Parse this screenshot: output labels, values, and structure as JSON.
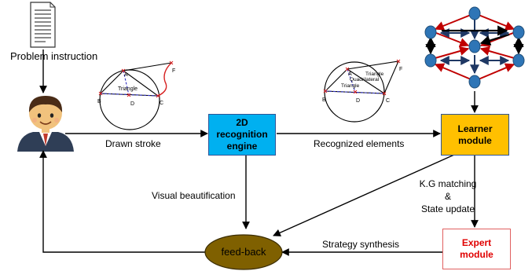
{
  "problem_instruction": "Problem instruction",
  "edges": {
    "drawn_stroke": "Drawn stroke",
    "recognized_elements": "Recognized elements",
    "visual_beautification": "Visual beautification",
    "kg_matching_1": "K.G matching",
    "kg_matching_2": "&",
    "kg_matching_3": "State update",
    "strategy_synthesis": "Strategy synthesis"
  },
  "nodes": {
    "recognition_engine": [
      "2D",
      "recognition",
      "engine"
    ],
    "learner_module": [
      "Learner",
      "module"
    ],
    "expert_module": [
      "Expert",
      "module"
    ],
    "feedback": "feed-back"
  },
  "sketch_raw": {
    "labels": {
      "A": "A",
      "B": "B",
      "C": "C",
      "D": "D",
      "F": "F"
    },
    "shape": "Triangle"
  },
  "sketch_recognized": {
    "labels": {
      "A": "A",
      "B": "B",
      "C": "C",
      "D": "D",
      "F": "F"
    },
    "shapes": [
      "Triangle",
      "Quadrilateral",
      "Triangle"
    ]
  },
  "colors": {
    "engine_fill": "#00b0f0",
    "learner_fill": "#ffc000",
    "expert_text": "#e00000",
    "feedback_fill": "#7f6000",
    "graph_node": "#2e75b6",
    "graph_red": "#c00000",
    "graph_blue": "#1f3864"
  }
}
